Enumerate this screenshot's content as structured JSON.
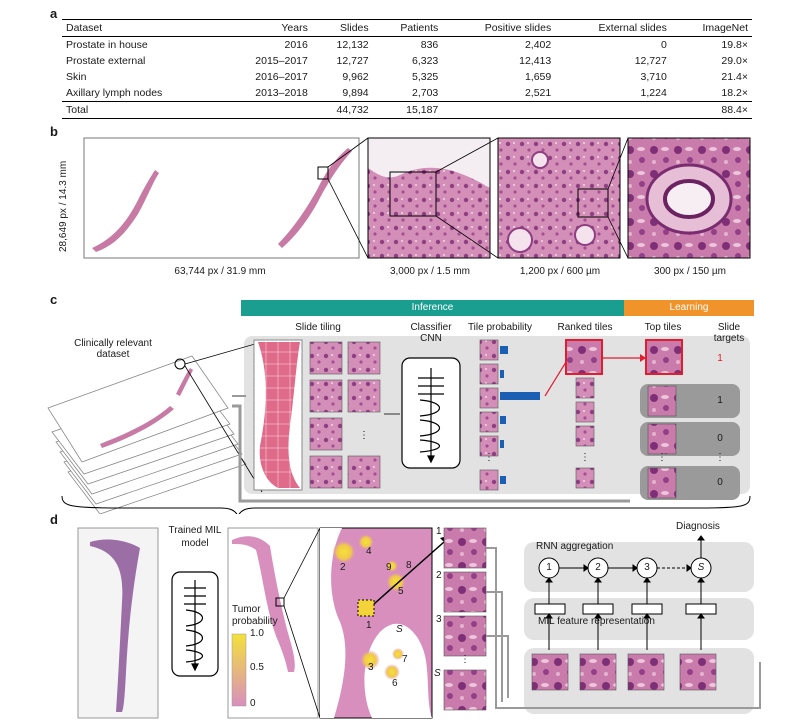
{
  "panels": {
    "a": "a",
    "b": "b",
    "c": "c",
    "d": "d"
  },
  "table": {
    "headers": [
      "Dataset",
      "Years",
      "Slides",
      "Patients",
      "Positive slides",
      "External slides",
      "ImageNet"
    ],
    "rows": [
      [
        "Prostate in house",
        "2016",
        "12,132",
        "836",
        "2,402",
        "0",
        "19.8×"
      ],
      [
        "Prostate external",
        "2015–2017",
        "12,727",
        "6,323",
        "12,413",
        "12,727",
        "29.0×"
      ],
      [
        "Skin",
        "2016–2017",
        "9,962",
        "5,325",
        "1,659",
        "3,710",
        "21.4×"
      ],
      [
        "Axillary lymph nodes",
        "2013–2018",
        "9,894",
        "2,703",
        "2,521",
        "1,224",
        "18.2×"
      ]
    ],
    "total": [
      "Total",
      "",
      "44,732",
      "15,187",
      "",
      "",
      "88.4×"
    ]
  },
  "panel_b": {
    "y_label": "28,649 px / 14.3 mm",
    "scales": [
      "63,744 px / 31.9 mm",
      "3,000 px / 1.5 mm",
      "1,200 px / 600 µm",
      "300 px / 150 µm"
    ]
  },
  "panel_c": {
    "inference": "Inference",
    "learning": "Learning",
    "dataset": "Clinically relevant dataset",
    "slide_tiling": "Slide tiling",
    "classifier": "Classifier CNN",
    "tile_probability": "Tile probability",
    "ranked_tiles": "Ranked tiles",
    "top_tiles": "Top tiles",
    "slide_targets": "Slide targets",
    "targets": [
      "1",
      "1",
      "0",
      "0"
    ],
    "dots": "⋮"
  },
  "panel_d": {
    "trained": "Trained MIL model",
    "tumor_probability": "Tumor probability",
    "scale_ticks": [
      "1.0",
      "0.5",
      "0"
    ],
    "spot_labels": [
      "1",
      "2",
      "3",
      "4",
      "5",
      "6",
      "7",
      "8",
      "9",
      "S"
    ],
    "tile_labels": [
      "1",
      "2",
      "3",
      "S"
    ],
    "diagnosis": "Diagnosis",
    "rnn": "RNN aggregation",
    "nodes": [
      "1",
      "2",
      "3",
      "S"
    ],
    "mil_feature": "MIL feature representation"
  },
  "colors": {
    "inference": "#1a9e8f",
    "learning": "#f0932b",
    "highlight": "#e01e2f",
    "bar": "#1a5fb4",
    "tissue": "#c4739a"
  }
}
